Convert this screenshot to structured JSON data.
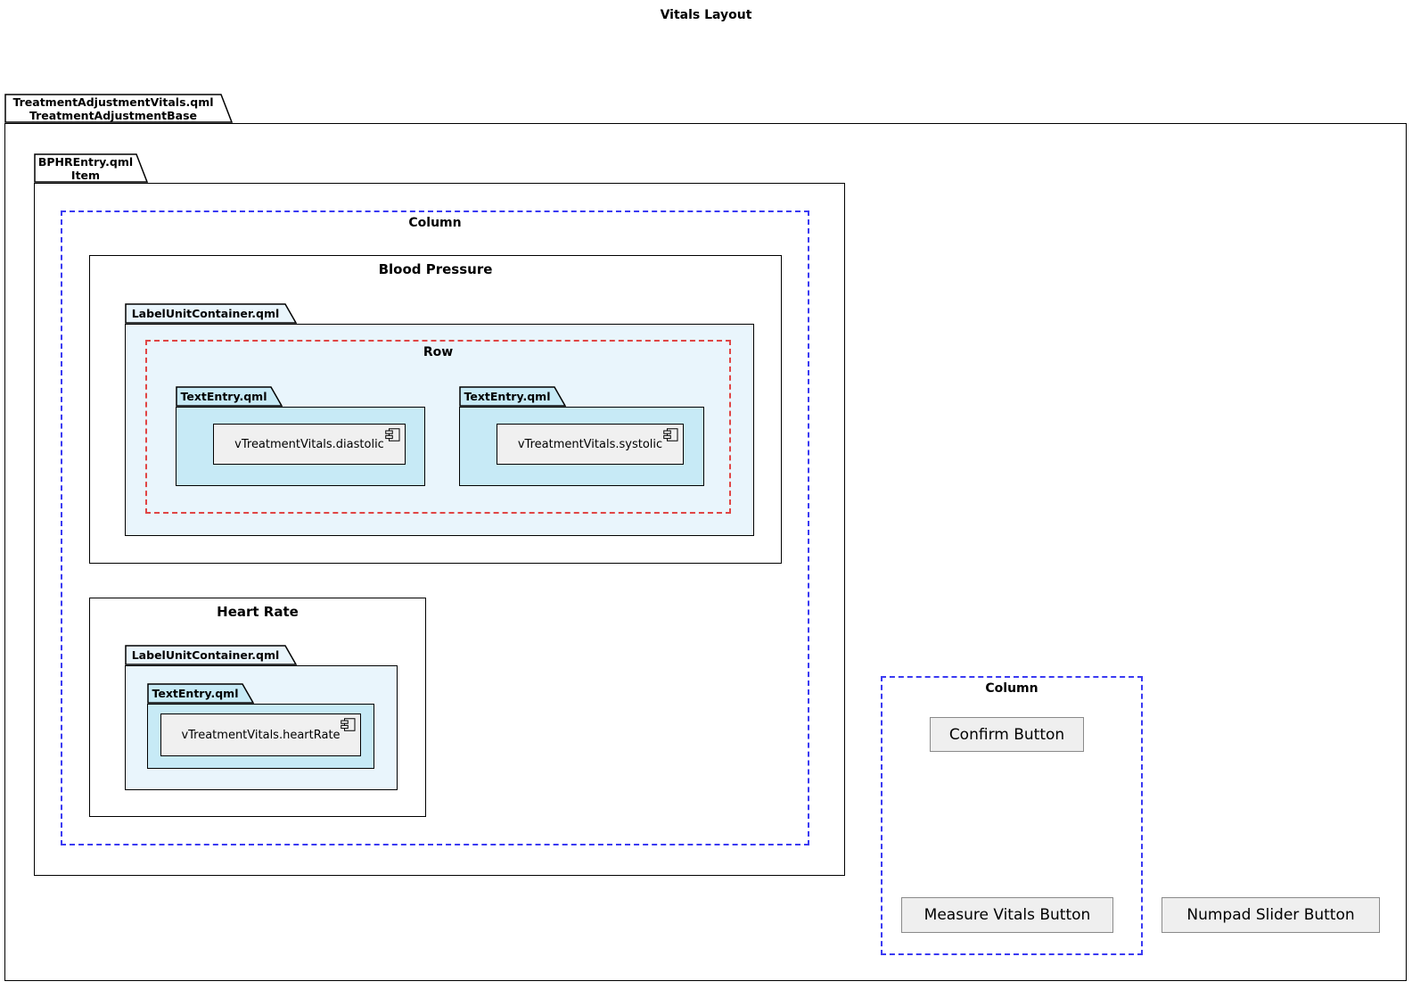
{
  "diagram": {
    "title": "Vitals Layout"
  },
  "outer_package": {
    "line1": "TreatmentAdjustmentVitals.qml",
    "line2": "TreatmentAdjustmentBase"
  },
  "inner_package": {
    "line1": "BPHREntry.qml",
    "line2": "Item"
  },
  "left_column": {
    "label": "Column",
    "blood_pressure": {
      "title": "Blood Pressure",
      "container_label": "LabelUnitContainer.qml",
      "row_label": "Row",
      "entries": [
        {
          "folder": "TextEntry.qml",
          "component": "vTreatmentVitals.diastolic"
        },
        {
          "folder": "TextEntry.qml",
          "component": "vTreatmentVitals.systolic"
        }
      ]
    },
    "heart_rate": {
      "title": "Heart Rate",
      "container_label": "LabelUnitContainer.qml",
      "entry": {
        "folder": "TextEntry.qml",
        "component": "vTreatmentVitals.heartRate"
      }
    }
  },
  "right_column": {
    "label": "Column",
    "confirm_button": "Confirm Button",
    "measure_button": "Measure Vitals Button"
  },
  "numpad_button": "Numpad Slider Button",
  "colors": {
    "container_fill": "#e9f5fc",
    "entry_fill": "#c7eaf6",
    "component_fill": "#f0f0f0",
    "column_border": "#3a3af2",
    "row_border": "#e04545",
    "button_fill": "#efefef",
    "button_border": "#8a8a8a"
  }
}
